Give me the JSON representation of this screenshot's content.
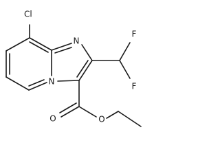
{
  "molecule": {
    "atoms": {
      "cl": "Cl",
      "n_imidazole": "N",
      "n_bridgehead": "N",
      "f_upper": "F",
      "f_lower": "F",
      "o_carbonyl": "O",
      "o_ester": "O"
    }
  }
}
